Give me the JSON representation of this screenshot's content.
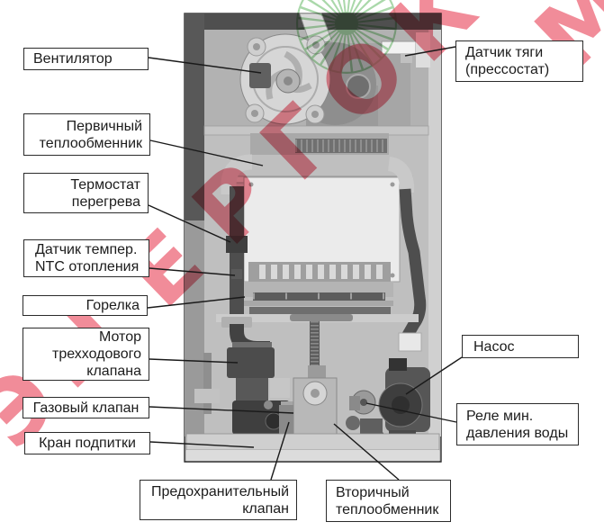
{
  "diagram": {
    "type": "boiler-components-callout"
  },
  "watermark": {
    "text": "ЭНЕРГОКОМ",
    "color": "#ec5f72",
    "logo": "sunburst-logo",
    "logo_color": "#57b257"
  },
  "labels": [
    {
      "id": "fan",
      "text": "Вентилятор"
    },
    {
      "id": "draft-sensor",
      "text": "Датчик тяги\n(прессостат)"
    },
    {
      "id": "primary-heat-exchanger",
      "text": "Первичный\nтеплообменник"
    },
    {
      "id": "overheat-thermostat",
      "text": "Термостат\nперегрева"
    },
    {
      "id": "ntc-sensor",
      "text": "Датчик темпер.\nNTC отопления"
    },
    {
      "id": "burner",
      "text": "Горелка"
    },
    {
      "id": "three-way-valve-motor",
      "text": "Мотор\nтрехходового\nклапана"
    },
    {
      "id": "gas-valve",
      "text": "Газовый клапан"
    },
    {
      "id": "filling-tap",
      "text": "Кран подпитки"
    },
    {
      "id": "safety-valve",
      "text": "Предохранительный\nклапан"
    },
    {
      "id": "secondary-heat-exchanger",
      "text": "Вторичный\nтеплообменник"
    },
    {
      "id": "pump",
      "text": "Насос"
    },
    {
      "id": "water-pressure-switch",
      "text": "Реле мин.\nдавления воды"
    }
  ]
}
